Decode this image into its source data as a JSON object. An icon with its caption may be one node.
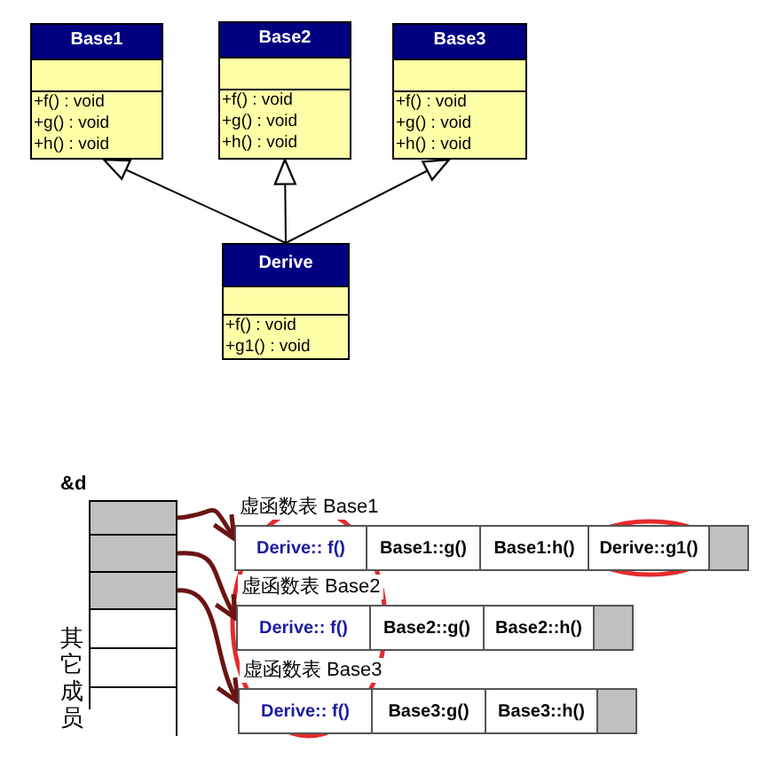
{
  "diagram": {
    "nodes": [
      {
        "text": [
          "Base1",
          "+f() : void",
          "+g() : void",
          "+h() : void"
        ]
      },
      {
        "text": [
          "Base2",
          "+f() : void",
          "+g() : void",
          "+h() : void"
        ]
      },
      {
        "text": [
          "Base3",
          "+f() : void",
          "+g() : void",
          "+h() : void"
        ]
      },
      {
        "text": [
          "Derive",
          "+f() : void",
          "+g1() : void"
        ]
      },
      {
        "text": [],
        "shape": "box"
      },
      {
        "text": [],
        "shape": "box"
      },
      {
        "text": [],
        "shape": "box"
      },
      {
        "text": [],
        "shape": "box"
      },
      {
        "text": [],
        "shape": "box"
      },
      {
        "text": [
          "虚函数表 Base1"
        ]
      },
      {
        "text": [
          "Derive:: f()"
        ],
        "in": 9
      },
      {
        "text": [
          "Base1::g()"
        ],
        "in": 9
      },
      {
        "text": [
          "Base1:h()"
        ],
        "in": 9
      },
      {
        "text": [
          "Derive::g1()"
        ],
        "in": 9
      },
      {
        "text": [],
        "shape": "box",
        "in": 9
      },
      {
        "text": [
          "虚函数表 Base2"
        ]
      },
      {
        "text": [
          "Derive:: f()"
        ],
        "in": 15
      },
      {
        "text": [
          "Base2::g()"
        ],
        "in": 15
      },
      {
        "text": [
          "Base2::h()"
        ],
        "in": 15
      },
      {
        "text": [],
        "shape": "box",
        "in": 15
      },
      {
        "text": [
          "虚函数表 Base3"
        ]
      },
      {
        "text": [
          "Derive:: f()"
        ],
        "in": 20
      },
      {
        "text": [
          "Base3:g()"
        ],
        "in": 20
      },
      {
        "text": [
          "Base3::h()"
        ],
        "in": 20
      },
      {
        "text": [],
        "shape": "box",
        "in": 20
      }
    ],
    "edges": [
      {
        "from": 3,
        "to": 0,
        "arrow": "to"
      },
      {
        "from": 3,
        "to": 1,
        "arrow": "to"
      },
      {
        "from": 3,
        "to": 2,
        "arrow": "to"
      },
      {
        "from": 4,
        "to": 9,
        "arrow": "to",
        "style": "thick",
        "color": "#6b1414"
      },
      {
        "from": 5,
        "to": 15,
        "arrow": "to",
        "style": "thick",
        "color": "#6b1414"
      },
      {
        "from": 6,
        "to": 20,
        "arrow": "to",
        "style": "thick",
        "color": "#6b1414"
      }
    ],
    "labels": [
      "&d",
      "其它成员"
    ]
  }
}
